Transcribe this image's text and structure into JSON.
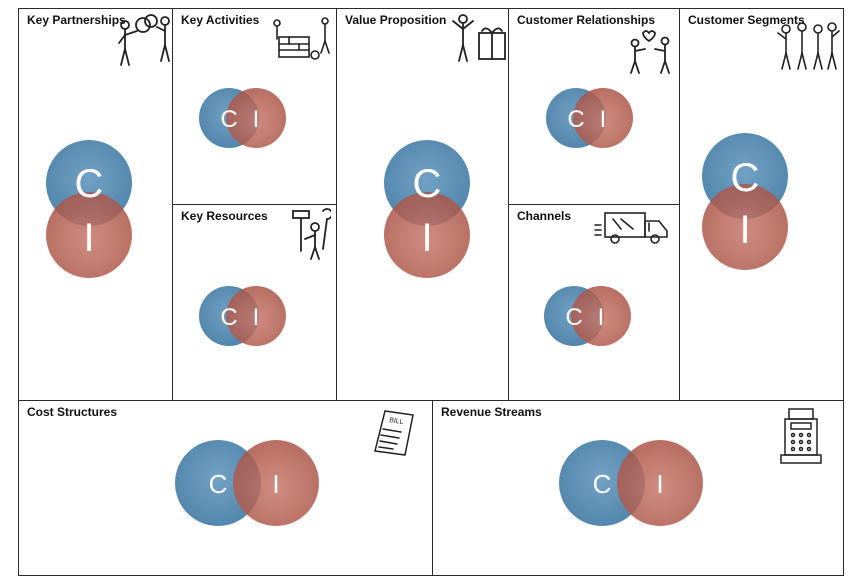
{
  "canvas": {
    "blocks": {
      "key_partnerships": {
        "title": "Key Partnerships",
        "icon": "people-with-magnifier-icon",
        "venn": {
          "top": "C",
          "bottom": "I",
          "layout": "vertical"
        }
      },
      "key_activities": {
        "title": "Key Activities",
        "icon": "building-wall-icon",
        "venn": {
          "left": "C",
          "right": "I",
          "layout": "horizontal"
        }
      },
      "key_resources": {
        "title": "Key Resources",
        "icon": "tools-icon",
        "venn": {
          "left": "C",
          "right": "I",
          "layout": "horizontal"
        }
      },
      "value_proposition": {
        "title": "Value Proposition",
        "icon": "gift-presenter-icon",
        "venn": {
          "top": "C",
          "bottom": "I",
          "layout": "vertical"
        }
      },
      "customer_relationships": {
        "title": "Customer Relationships",
        "icon": "people-heart-icon",
        "venn": {
          "left": "C",
          "right": "I",
          "layout": "horizontal"
        }
      },
      "channels": {
        "title": "Channels",
        "icon": "delivery-truck-icon",
        "venn": {
          "left": "C",
          "right": "I",
          "layout": "horizontal"
        }
      },
      "customer_segments": {
        "title": "Customer Segments",
        "icon": "crowd-icon",
        "venn": {
          "top": "C",
          "bottom": "I",
          "layout": "vertical"
        }
      },
      "cost_structures": {
        "title": "Cost Structures",
        "icon": "bill-icon",
        "venn": {
          "left": "C",
          "right": "I",
          "layout": "horizontal"
        }
      },
      "revenue_streams": {
        "title": "Revenue Streams",
        "icon": "cash-register-icon",
        "venn": {
          "left": "C",
          "right": "I",
          "layout": "horizontal"
        }
      }
    },
    "colors": {
      "circle_c": "#4f86ad",
      "circle_i": "#b05a4c",
      "border": "#2b2b2b"
    }
  }
}
